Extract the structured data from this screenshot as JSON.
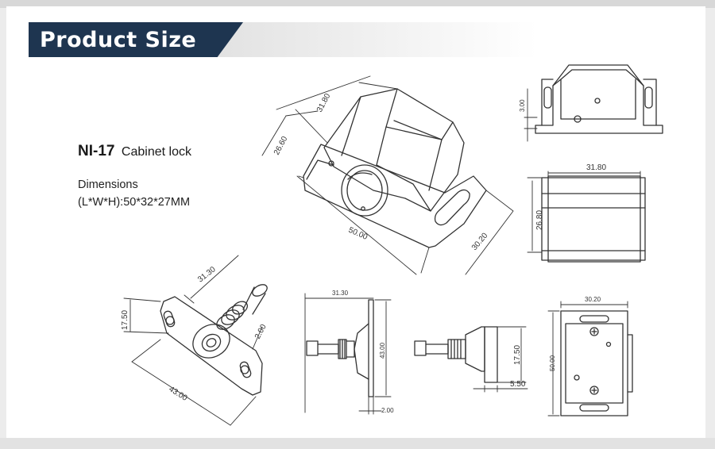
{
  "header": {
    "title": "Product Size"
  },
  "product": {
    "model": "NI-17",
    "name": "Cabinet lock",
    "dimensions_label": "Dimensions",
    "dimensions_value": "(L*W*H):50*32*27MM"
  },
  "drawings": {
    "iso_lock": {
      "d1": "31.80",
      "d2": "26.60",
      "d3": "50.00",
      "d4": "30.20"
    },
    "front_view": {
      "d1": "3.00"
    },
    "top_view": {
      "d1": "31.80",
      "d2": "26.80"
    },
    "iso_plunger": {
      "d1": "31.30",
      "d2": "17.50",
      "d3": "2.00",
      "d4": "43.00"
    },
    "side_view_a": {
      "d1": "31.30",
      "d2": "43.00",
      "d3": "2.00"
    },
    "side_view_b": {
      "d1": "17.50",
      "d2": "5.50"
    },
    "plate_view": {
      "d1": "30.20",
      "d2": "50.00"
    }
  },
  "colors": {
    "banner": "#1e3550",
    "line": "#333333"
  }
}
